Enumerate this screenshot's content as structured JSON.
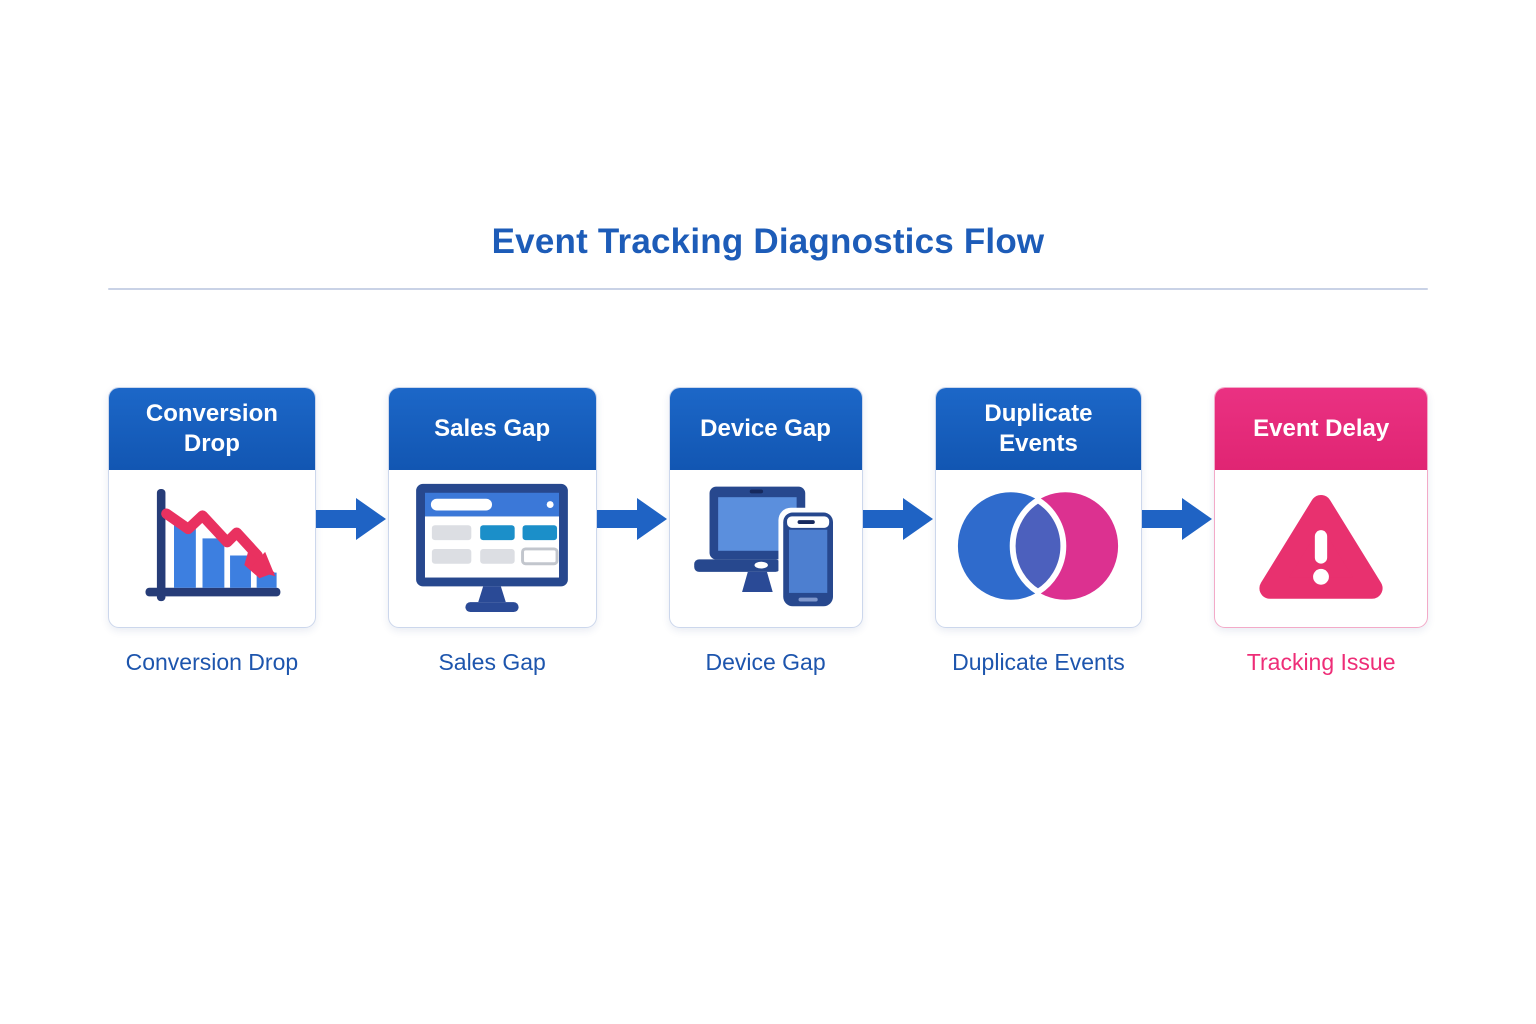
{
  "title": "Event Tracking Diagnostics Flow",
  "colors": {
    "title_blue": "#1d5cb8",
    "header_blue": "#1659b8",
    "header_pink": "#e62a7a",
    "arrow_blue": "#1f63c4",
    "label_blue": "#1d55ad",
    "label_pink": "#ee2d77",
    "divider_line": "#c9d2e6",
    "icon_navy": "#27488e",
    "icon_bar_blue": "#3d7fe0",
    "icon_trend_pink": "#e93160",
    "icon_cyan": "#1b8fc9",
    "venn_left_blue": "#2f6bcc",
    "venn_right_magenta": "#dc3190",
    "venn_overlap_purple": "#4c60bd",
    "warning_pink": "#e8316f"
  },
  "cards": [
    {
      "header": "Conversion Drop",
      "label": "Conversion Drop",
      "icon": "declining-bar-chart-icon",
      "theme": "blue"
    },
    {
      "header": "Sales Gap",
      "label": "Sales Gap",
      "icon": "dashboard-monitor-icon",
      "theme": "blue"
    },
    {
      "header": "Device Gap",
      "label": "Device Gap",
      "icon": "laptop-phone-icon",
      "theme": "blue"
    },
    {
      "header": "Duplicate Events",
      "label": "Duplicate Events",
      "icon": "venn-overlap-icon",
      "theme": "blue"
    },
    {
      "header": "Event Delay",
      "label": "Tracking Issue",
      "icon": "warning-triangle-icon",
      "theme": "pink"
    }
  ]
}
